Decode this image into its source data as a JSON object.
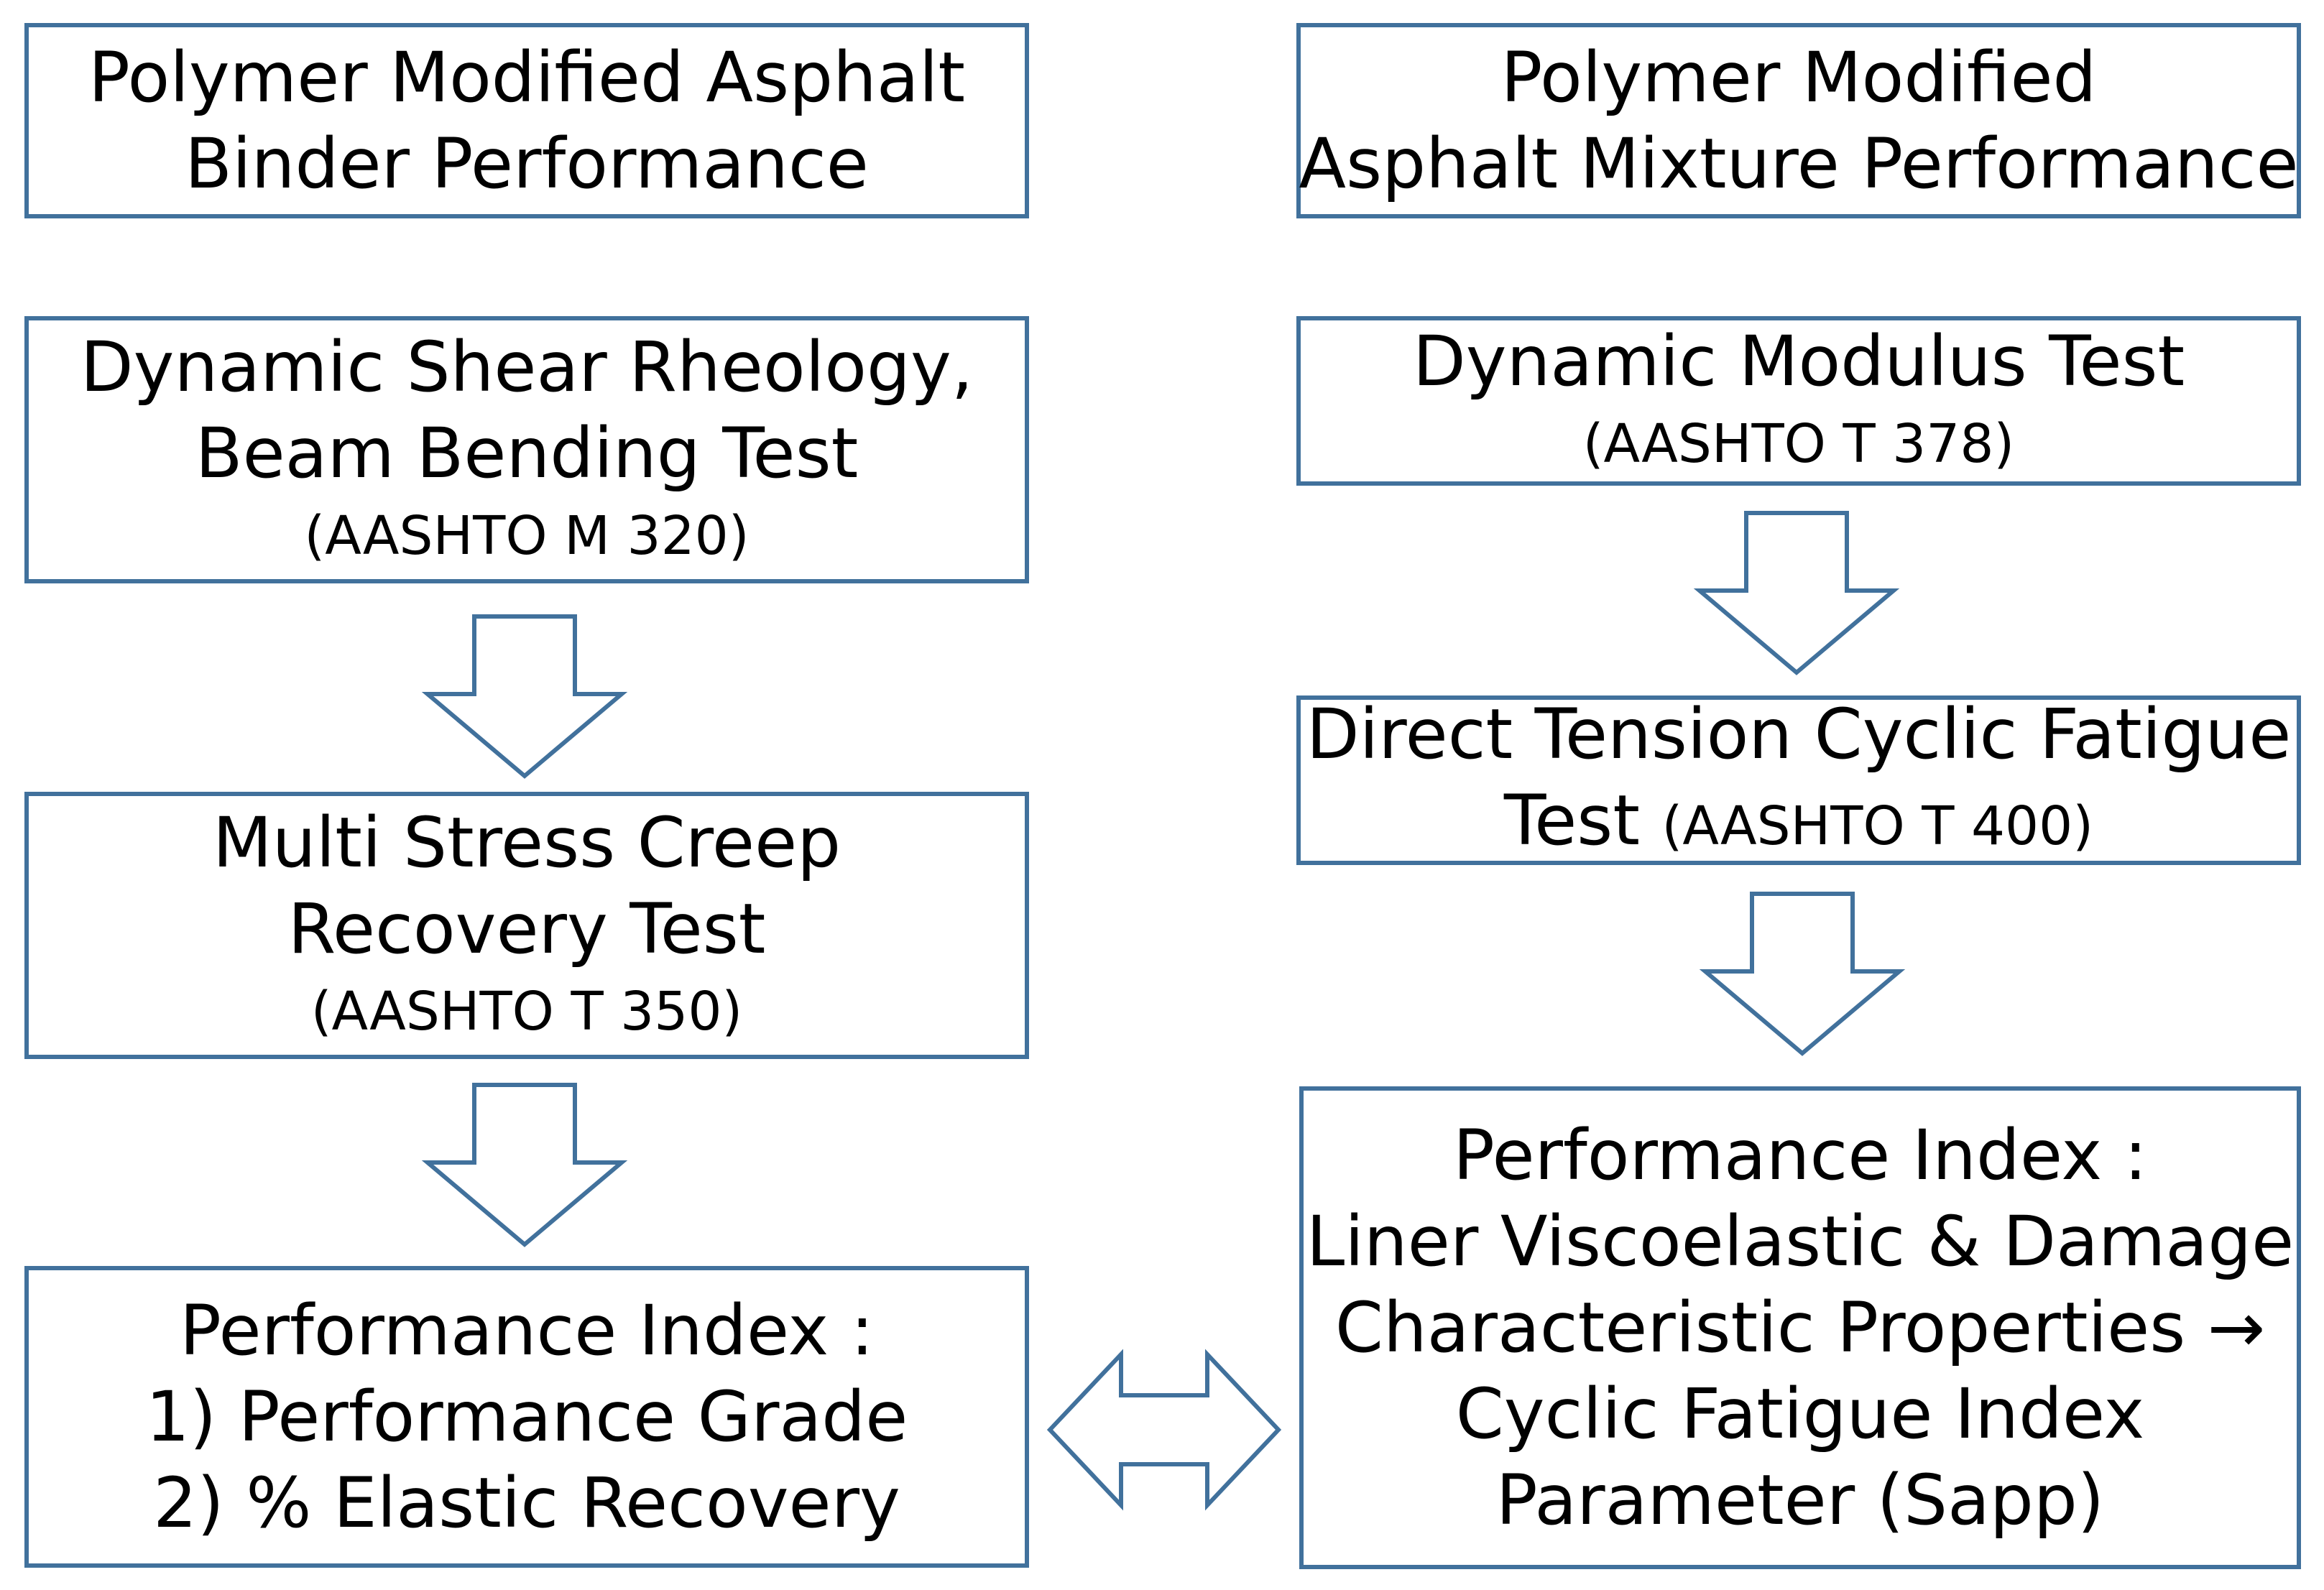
{
  "binder": {
    "title": {
      "line1": "Polymer Modified Asphalt",
      "line2": "Binder Performance"
    },
    "dsr": {
      "line1": "Dynamic Shear Rheology,",
      "line2": "Beam Bending Test",
      "line3": "(AASHTO M 320)"
    },
    "mscr": {
      "line1": "Multi Stress Creep",
      "line2": "Recovery Test",
      "line3": "(AASHTO T 350)"
    },
    "index": {
      "line1": "Performance Index :",
      "line2": "1) Performance Grade",
      "line3": "2) % Elastic Recovery"
    }
  },
  "mixture": {
    "title": {
      "line1": "Polymer Modified",
      "line2": "Asphalt Mixture Performance"
    },
    "dynamic_modulus": {
      "line1": "Dynamic Modulus Test",
      "line2": "(AASHTO T 378)"
    },
    "fatigue": {
      "line1": "Direct Tension Cyclic Fatigue",
      "line2a": "Test",
      "line2b": "(AASHTO T 400)"
    },
    "index": {
      "line1": "Performance Index :",
      "line2": "Liner Viscoelastic & Damage",
      "line3": "Characteristic Properties →",
      "line4": "Cyclic Fatigue Index",
      "line5": "Parameter (Sapp)"
    }
  },
  "colors": {
    "border": "#41719c",
    "text": "#000000",
    "background": "#ffffff"
  }
}
